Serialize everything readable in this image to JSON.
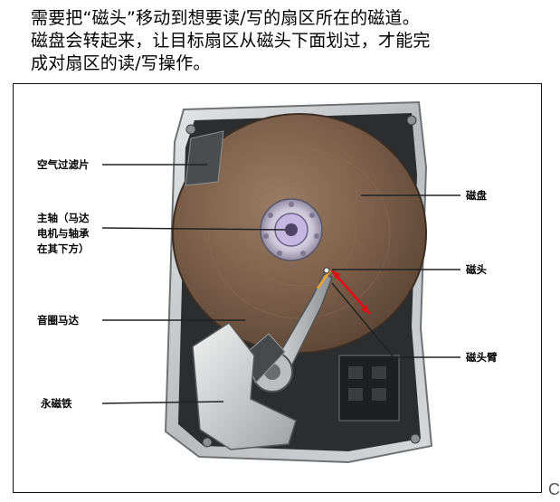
{
  "intro": {
    "line1": "需要把“磁头”移动到想要读/写的扇区所在的磁道。",
    "line2": "磁盘会转起来，让目标扇区从磁头下面划过，才能完",
    "line3": "成对扇区的读/写操作。"
  },
  "labels": {
    "air_filter": "空气过滤片",
    "spindle_1": "主轴（马达",
    "spindle_2": "电机与轴承",
    "spindle_3": "在其下方）",
    "voice_coil": "音圈马达",
    "magnet": "永磁铁",
    "platter": "磁盘",
    "head": "磁头",
    "head_arm": "磁头臂"
  },
  "corner_text": "C",
  "colors": {
    "platter": "#7a5e49",
    "frame": "#c9cbcd",
    "arrow_red": "#d8141a"
  }
}
